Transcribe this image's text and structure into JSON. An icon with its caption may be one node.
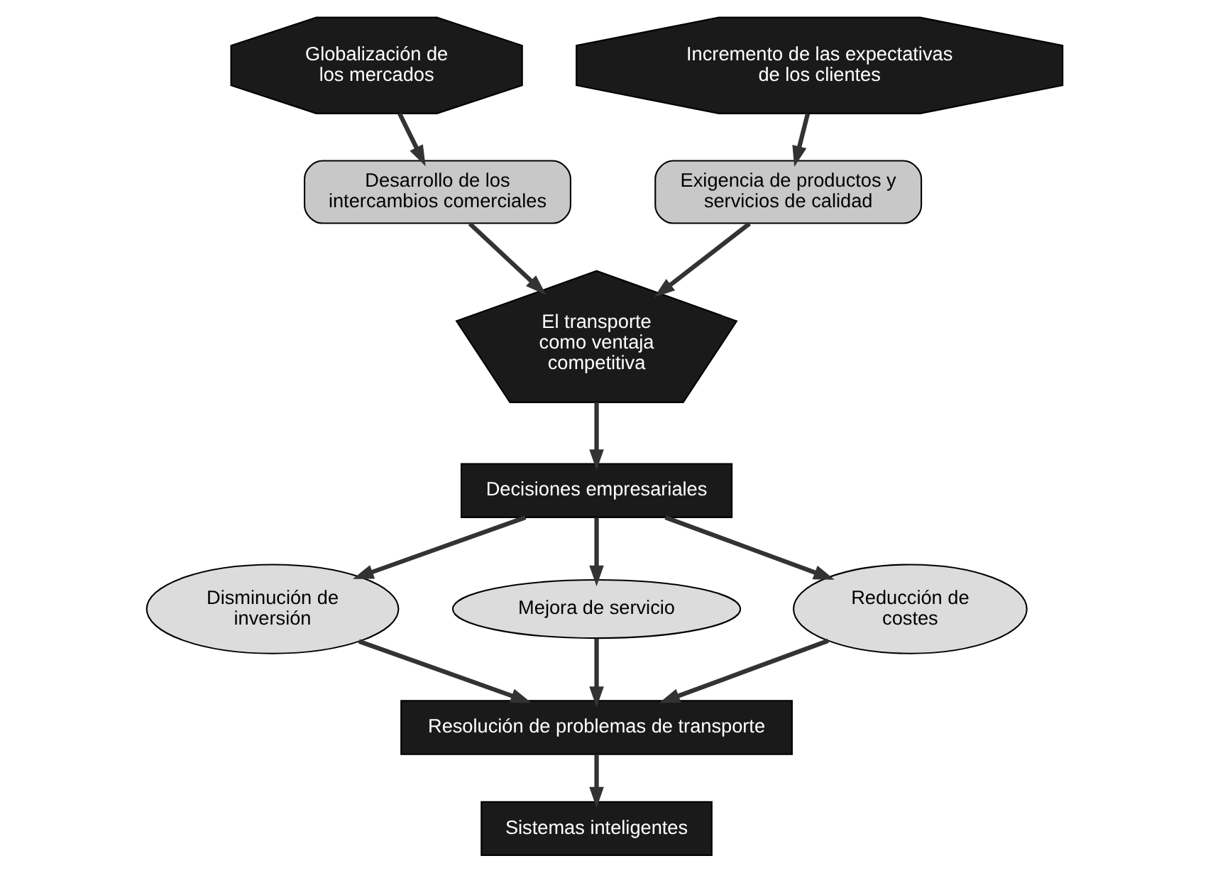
{
  "diagram": {
    "nodes": [
      {
        "text": [
          "Globalización de los mercados"
        ]
      },
      {
        "text": [
          "Incremento de las expectativas de los clientes"
        ]
      },
      {
        "text": [
          "El transporte como ventaja competitiva"
        ]
      },
      {
        "text": [
          "Desarrollo de los intercambios comerciales"
        ]
      },
      {
        "text": [
          "Exigencia de productos y servicios de calidad"
        ]
      },
      {
        "text": [
          "Decisiones empresariales"
        ]
      },
      {
        "text": [
          "Disminución de inversión"
        ]
      },
      {
        "text": [
          "Mejora de servicio"
        ]
      },
      {
        "text": [
          "Reducción de costes"
        ]
      },
      {
        "text": [
          "Resolución de problemas de transporte"
        ]
      },
      {
        "text": [
          "Sistemas inteligentes"
        ]
      }
    ],
    "edges": [
      {
        "from": 0,
        "to": 3,
        "arrow": "to"
      },
      {
        "from": 1,
        "to": 4,
        "arrow": "to"
      },
      {
        "from": 3,
        "to": 2,
        "arrow": "to"
      },
      {
        "from": 4,
        "to": 2,
        "arrow": "to"
      },
      {
        "from": 2,
        "to": 5,
        "arrow": "to"
      },
      {
        "from": 5,
        "to": 6,
        "arrow": "to"
      },
      {
        "from": 5,
        "to": 7,
        "arrow": "to"
      },
      {
        "from": 5,
        "to": 8,
        "arrow": "to"
      },
      {
        "from": 6,
        "to": 9,
        "arrow": "to"
      },
      {
        "from": 7,
        "to": 9,
        "arrow": "to"
      },
      {
        "from": 8,
        "to": 9,
        "arrow": "to"
      },
      {
        "from": 9,
        "to": 10,
        "arrow": "to"
      }
    ]
  }
}
